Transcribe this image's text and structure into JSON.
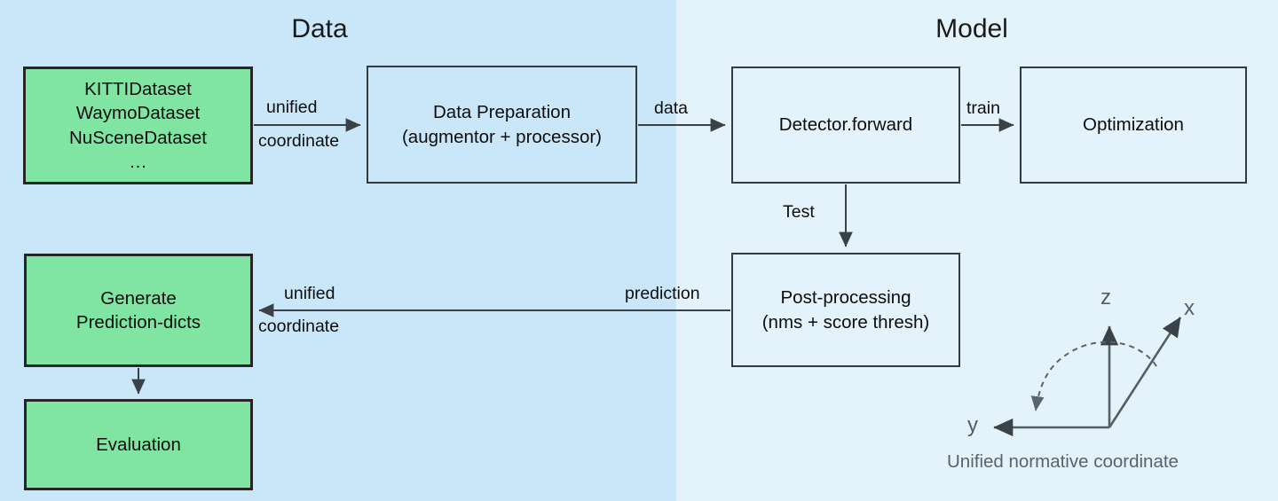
{
  "figure": {
    "title_left": "Data",
    "title_right": "Model",
    "bg_left_color": "#cae7fa",
    "bg_right_color": "#e3f2fb",
    "node_green_fill": "#80e5a3",
    "node_border_color": "#262626",
    "edge_color": "#3a4247"
  },
  "nodes": {
    "datasets": {
      "label": "KITTIDataset\nWaymoDataset\nNuSceneDataset\n…"
    },
    "data_preparation": {
      "label": "Data Preparation\n(augmentor + processor)"
    },
    "detector_forward": {
      "label": "Detector.forward"
    },
    "optimization": {
      "label": "Optimization"
    },
    "post_processing": {
      "label": "Post-processing\n(nms + score thresh)"
    },
    "generate_prediction_dicts": {
      "label": "Generate\nPrediction-dicts"
    },
    "evaluation": {
      "label": "Evaluation"
    }
  },
  "edges": {
    "datasets_to_prep_top": "unified",
    "datasets_to_prep_bottom": "coordinate",
    "prep_to_detector": "data",
    "detector_to_optimization": "train",
    "detector_to_postproc": "Test",
    "postproc_to_generate": "prediction",
    "postproc_to_generate_top": "unified",
    "postproc_to_generate_bottom": "coordinate"
  },
  "coordinate_frame": {
    "axis_x": "x",
    "axis_y": "y",
    "axis_z": "z",
    "caption": "Unified normative coordinate"
  }
}
